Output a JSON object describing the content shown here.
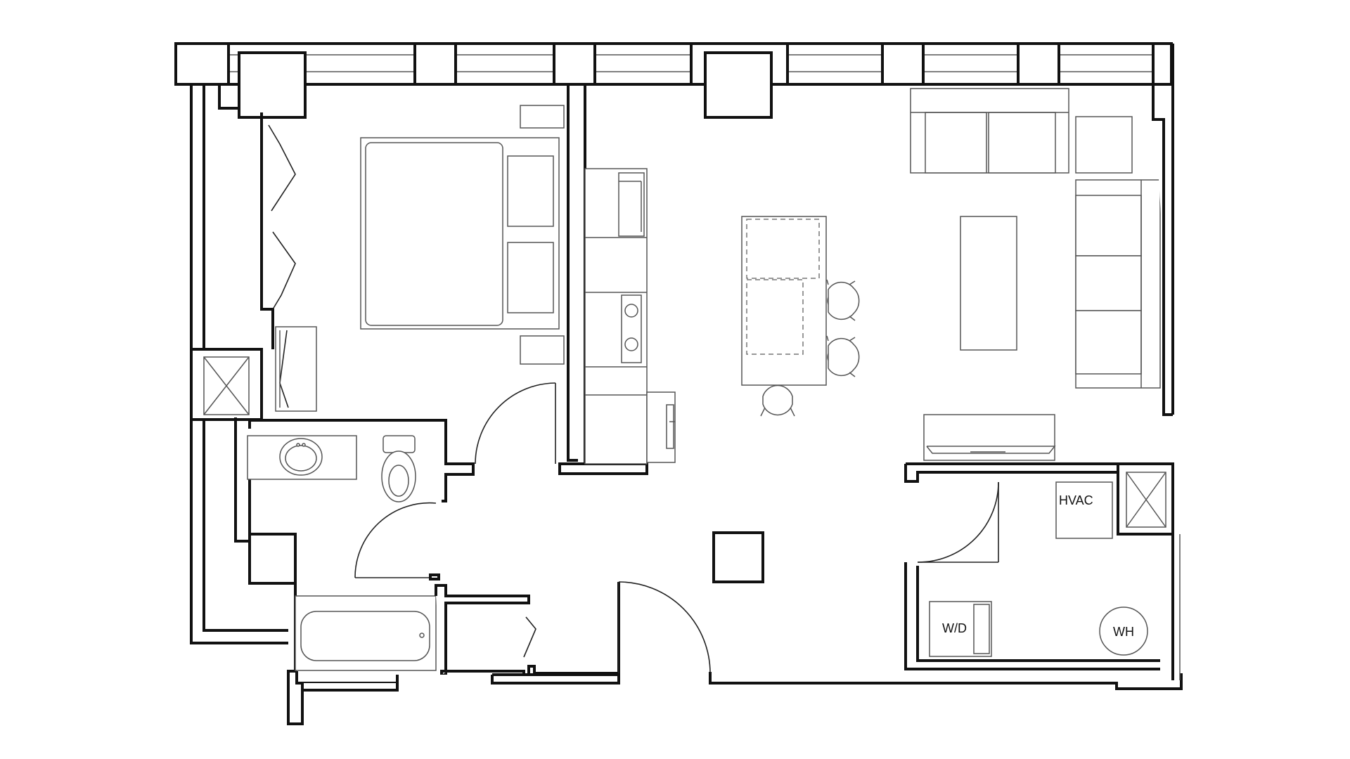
{
  "labels": {
    "hvac": "HVAC",
    "washer_dryer": "W/D",
    "water_heater": "WH"
  },
  "colors": {
    "wall": "#111111",
    "furniture": "#555555",
    "background": "#ffffff"
  }
}
